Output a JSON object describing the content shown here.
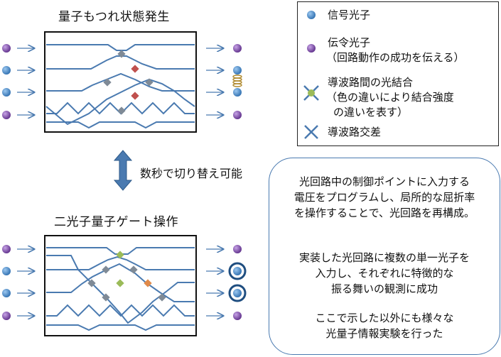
{
  "titles": {
    "top": "量子もつれ状態発生",
    "bottom": "二光子量子ゲート操作"
  },
  "switch_label": "数秒で切り替え可能",
  "legend": {
    "signal_photon": "信号光子",
    "herald_photon": "伝令光子",
    "herald_photon_note": "（回路動作の成功を伝える）",
    "coupling": "導波路間の光結合",
    "coupling_note_1": "（色の違いにより結合強度",
    "coupling_note_2": "の違いを表す）",
    "crossing": "導波路交差"
  },
  "callout": {
    "line1": "光回路中の制御ポイントに入力する",
    "line2": "電圧をプログラムし、局所的な屈折率",
    "line3": "を操作することで、光回路を再構成。",
    "line4": "実装した光回路に複数の単一光子を",
    "line5": "入力し、それぞれに特徴的な",
    "line6": "振る舞いの観測に成功",
    "line7": "ここで示した以外にも様々な",
    "line8": "光量子情報実験を行った"
  },
  "colors": {
    "signal": "#3b82c4",
    "herald": "#7a4aa6",
    "waveguide": "#4a7ab0",
    "coupler_gray": "#7f8a96",
    "coupler_red": "#c0504d",
    "coupler_green": "#9bbb59",
    "coupler_orange": "#e08a4a",
    "arrow": "#4a7ab0"
  }
}
